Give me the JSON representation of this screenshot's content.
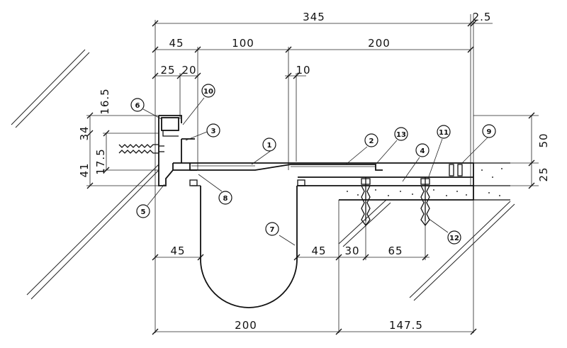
{
  "dimensions": {
    "top_overall": "345",
    "top_small": "2.5",
    "row2_left": "45",
    "row2_mid": "100",
    "row2_right": "200",
    "row3_a": "25",
    "row3_b": "20",
    "row3_c": "10",
    "left_16_5": "16.5",
    "left_34": "34",
    "left_17_5": "17.5",
    "left_41": "41",
    "right_50": "50",
    "right_25": "25",
    "mid_45_left": "45",
    "mid_45_right": "45",
    "mid_30": "30",
    "mid_65": "65",
    "bottom_200": "200",
    "bottom_147_5": "147.5"
  },
  "callouts": [
    "1",
    "2",
    "3",
    "4",
    "5",
    "6",
    "7",
    "8",
    "9",
    "10",
    "11",
    "12",
    "13"
  ]
}
